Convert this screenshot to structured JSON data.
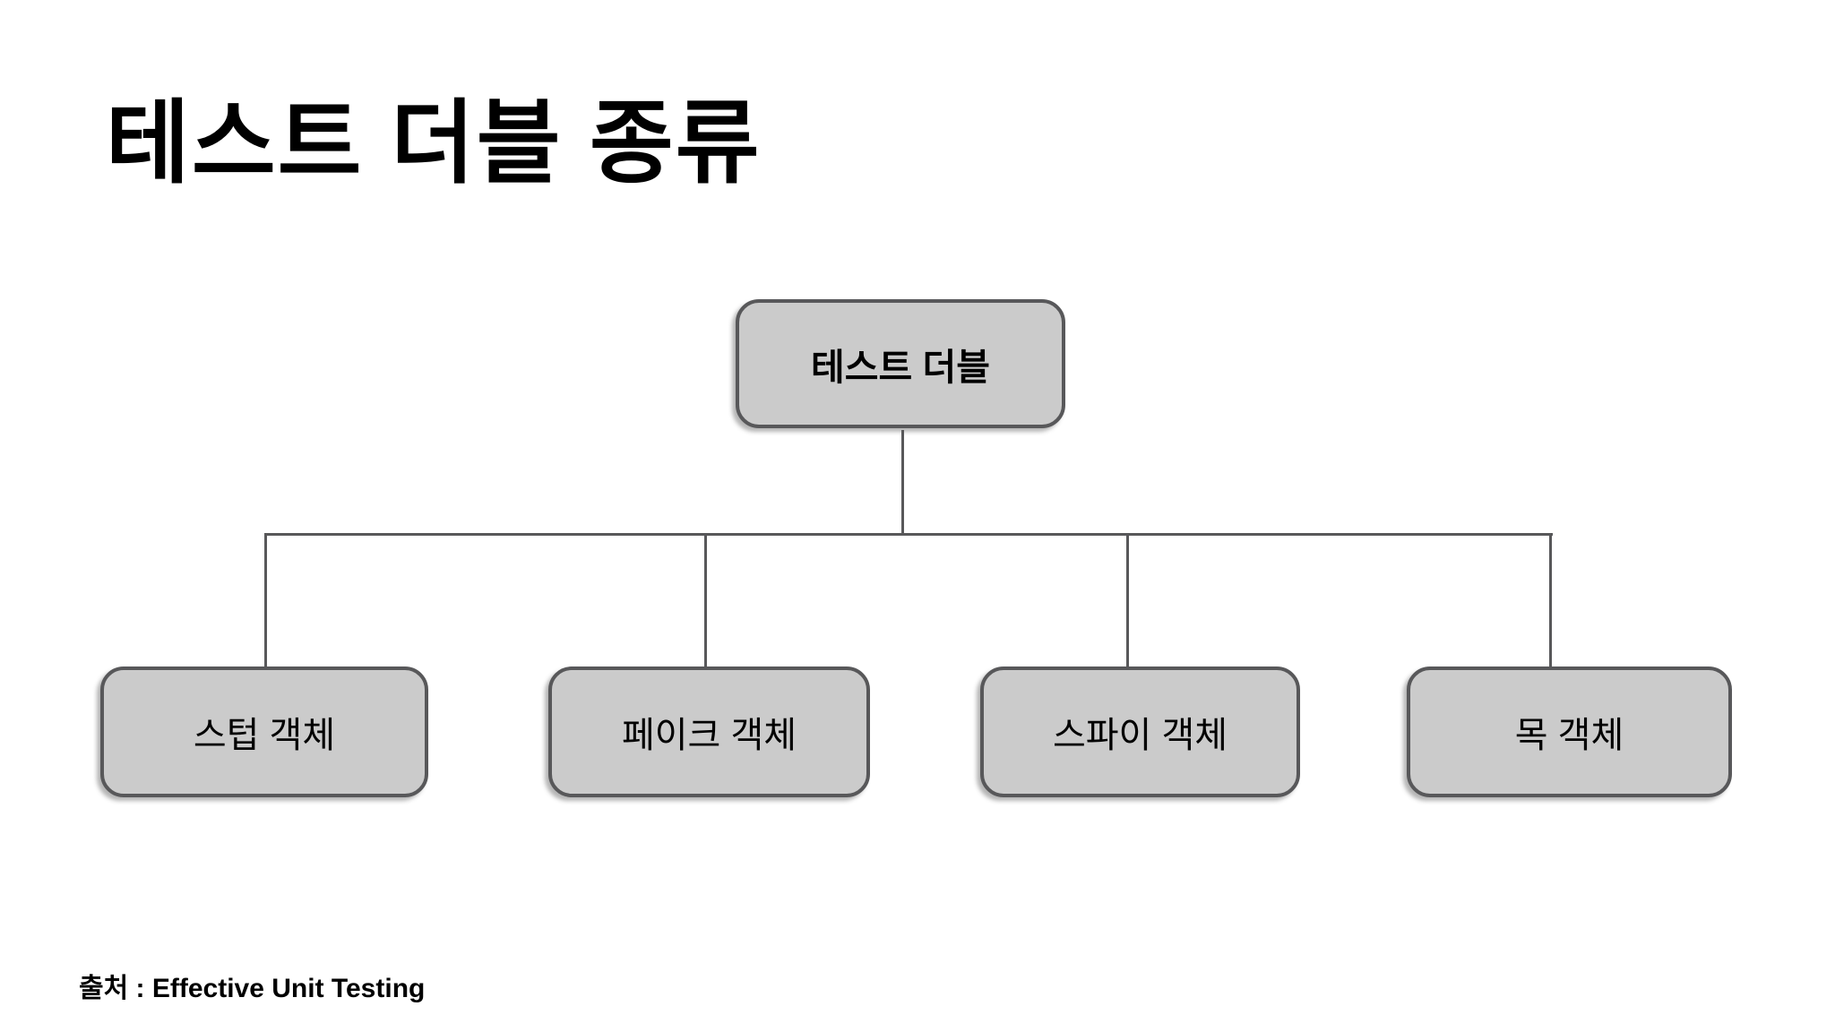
{
  "page": {
    "title": "테스트 더블 종류",
    "background_color": "#ffffff"
  },
  "diagram": {
    "type": "tree",
    "root": {
      "label": "테스트 더블"
    },
    "children": [
      {
        "label": "스텁 객체"
      },
      {
        "label": "페이크 객체"
      },
      {
        "label": "스파이 객체"
      },
      {
        "label": "목 객체"
      }
    ],
    "colors": {
      "node_fill": "#cbcbcb",
      "node_border": "#58585a",
      "connector": "#58585a",
      "text": "#000000"
    }
  },
  "footer": {
    "source_text": "출처 : Effective Unit Testing"
  }
}
